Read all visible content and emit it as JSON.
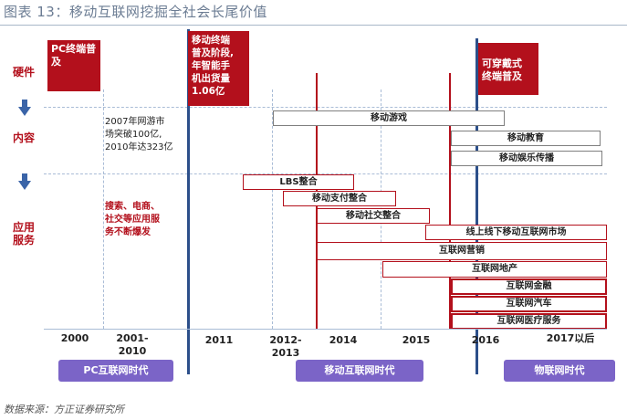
{
  "title": "图表 13：移动互联网挖掘全社会长尾价值",
  "row_labels": {
    "terminal": "硬件",
    "content": "内容",
    "service_1": "应用",
    "service_2": "服务"
  },
  "milestones": {
    "pc": "PC终端普及",
    "mobile": [
      "移动终端",
      "普及阶段,",
      "年智能手",
      "机出货量",
      "1.06亿"
    ],
    "wearable": [
      "可穿戴式",
      "终端普及"
    ]
  },
  "notes": {
    "content": [
      "2007年网游市",
      "场突破100亿,",
      "2010年达323亿"
    ],
    "service": [
      "搜索、电商、",
      "社交等应用服",
      "务不断爆发"
    ]
  },
  "bars": {
    "mobile_game": "移动游戏",
    "mobile_edu": "移动教育",
    "mobile_ent": "移动娱乐传播",
    "lbs": "LBS整合",
    "payment": "移动支付整合",
    "social": "移动社交整合",
    "o2o": "线上线下移动互联网市场",
    "ad": "互联网营销",
    "realestate": "互联网地产",
    "finance": "互联网金融",
    "auto": "互联网汽车",
    "health": "互联网医疗服务"
  },
  "years": [
    "2000",
    "2001-\n2010",
    "2011",
    "2012-\n2013",
    "2014",
    "2015",
    "2016",
    "2017以后"
  ],
  "eras": {
    "pc": "PC互联网时代",
    "mobile": "移动互联网时代",
    "iot": "物联网时代"
  },
  "source": "数据来源：方正证券研究所"
}
